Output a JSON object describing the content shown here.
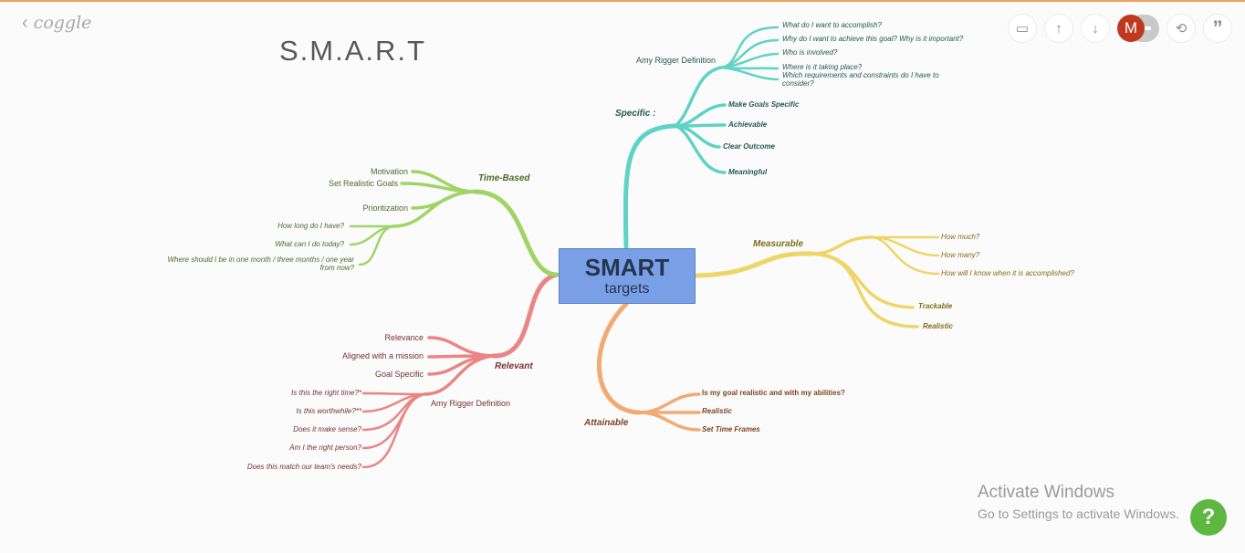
{
  "app": {
    "logo_text": "coggle",
    "back_icon": "chevron-left-icon"
  },
  "document": {
    "title": "S.M.A.R.T"
  },
  "toolbar": {
    "buttons": [
      {
        "icon": "presentation-icon",
        "glyph": "▭"
      },
      {
        "icon": "upload-icon",
        "glyph": "↑"
      },
      {
        "icon": "download-icon",
        "glyph": "↓"
      }
    ],
    "avatar_initial": "M",
    "history_glyph": "⟲",
    "quote_glyph": "”"
  },
  "central": {
    "title": "SMART",
    "subtitle": "targets"
  },
  "colors": {
    "time_based": "#9fd566",
    "specific": "#5fd3c5",
    "measurable": "#eed566",
    "attainable": "#f2aa73",
    "relevant": "#ea8585",
    "central": "#79a0e6"
  },
  "branches": {
    "specific": {
      "label": "Specific :",
      "children": {
        "definition": "Amy Rigger Definition",
        "questions": [
          "What do I want to accomplish?",
          "Why do I want to achieve this goal? Why is it important?",
          "Who is involved?",
          "Where is it taking place?",
          "Which requirements and constraints do I have to consider?"
        ],
        "items": [
          "Make Goals Specific",
          "Achievable",
          "Clear Outcome",
          "Meaningful"
        ]
      }
    },
    "measurable": {
      "label": "Measurable",
      "questions": [
        "How much?",
        "How many?",
        "How will I know when it is accomplished?"
      ],
      "items": [
        "Trackable",
        "Realistic"
      ]
    },
    "attainable": {
      "label": "Attainable",
      "items": [
        "Is my goal realistic and with my abilities?",
        "Realistic",
        "Set Time Frames"
      ]
    },
    "relevant": {
      "label": "Relevant",
      "items": [
        "Relevance",
        "Aligned with a mission",
        "Goal Specific"
      ],
      "definition": "Amy Rigger Definition",
      "questions": [
        "Is this the right time?*",
        "Is this worthwhile?**",
        "Does it make sense?",
        "Am I the right person?",
        "Does this match our team's needs?"
      ]
    },
    "time_based": {
      "label": "Time-Based",
      "items": [
        "Motivation",
        "Set Realistic Goals",
        "Prioritization"
      ],
      "questions": [
        "How long do I have?",
        "What can I do today?",
        "Where should I be in one month / three months / one year from now?"
      ]
    }
  },
  "watermark": {
    "line1": "Activate Windows",
    "line2": "Go to Settings to activate Windows."
  },
  "help": {
    "label": "?",
    "icon": "help-icon"
  }
}
